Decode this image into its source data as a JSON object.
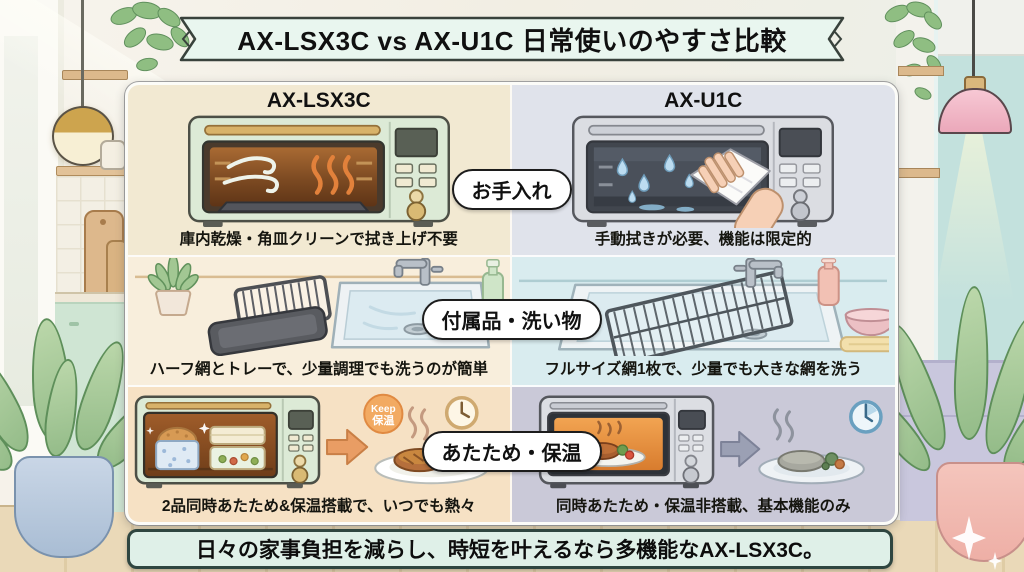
{
  "title_banner": "AX-LSX3C vs AX-U1C 日常使いのやすさ比較",
  "products": {
    "left": "AX-LSX3C",
    "right": "AX-U1C"
  },
  "rows": [
    {
      "category": "お手入れ",
      "left_caption": "庫内乾燥・角皿クリーンで拭き上げ不要",
      "right_caption": "手動拭きが必要、機能は限定的"
    },
    {
      "category": "付属品・洗い物",
      "left_caption": "ハーフ網とトレーで、少量調理でも洗うのが簡単",
      "right_caption": "フルサイズ網1枚で、少量でも大きな網を洗う"
    },
    {
      "category": "あたため・保温",
      "left_caption": "2品同時あたため&保温搭載で、いつでも熱々",
      "right_caption": "同時あたため・保温非搭載、基本機能のみ"
    }
  ],
  "keep_warm_badge": {
    "line1": "Keep",
    "line2": "保温"
  },
  "footer_banner": "日々の家事負担を減らし、時短を叶えるなら多機能なAX-LSX3C。",
  "colors": {
    "banner_bg": "#e9f6ef",
    "banner_border": "#39423c",
    "row1_left_bg": "#f2e9d2",
    "row1_right_bg": "#e0e3eb",
    "row2_left_bg": "#f8eedc",
    "row2_right_bg": "#d9ecef",
    "row3_left_bg": "#f6e1c4",
    "row3_right_bg": "#cac9d8",
    "footer_bg": "#dff0e8",
    "footer_border": "#2f4640",
    "lsx3c_body": "#dcead6",
    "u1c_body": "#dbdde2",
    "accent_orange": "#e99d64"
  }
}
